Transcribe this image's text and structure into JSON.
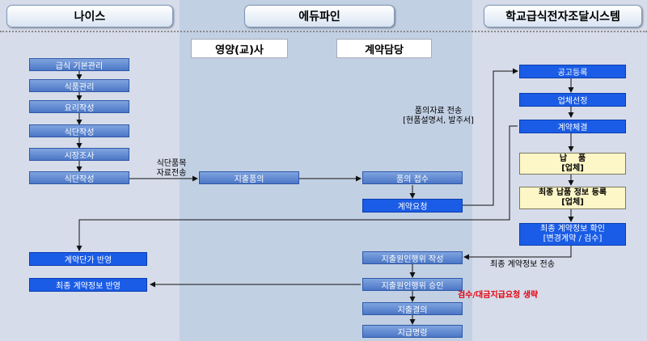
{
  "headers": {
    "neis": "나이스",
    "edufine": "에듀파인",
    "school": "학교급식전자조달시스템"
  },
  "roles": {
    "nutritionist": "영양(교)사",
    "contract": "계약담당"
  },
  "neis_steps": [
    "급식 기본관리",
    "식품관리",
    "요리작성",
    "식단작성",
    "시장조사",
    "식단작성"
  ],
  "neis_results": {
    "price_reflect": "계약단가 반영",
    "final_reflect": "최종 계약정보 반영"
  },
  "edufine_steps": {
    "expense_proposal": "지출품의",
    "receive_proposal": "품의 접수",
    "contract_request": "계약요청",
    "act_create": "지출원인행위 작성",
    "act_approve": "지출원인행위 승인",
    "settlement": "지출결의",
    "payment_order": "지급명령"
  },
  "school_steps": {
    "notice": "공고등록",
    "vendor": "업체선정",
    "contract": "계약체결",
    "delivery": [
      "납    품",
      "[업체]"
    ],
    "final_delivery": [
      "최종 납품 정보 등록",
      "[업체]"
    ],
    "final_confirm": [
      "최종 계약정보 확인",
      "[변경계약 / 검수]"
    ]
  },
  "labels": {
    "menu_items": [
      "식단품목",
      "자료전송"
    ],
    "proposal_data": [
      "품의자료 전송",
      "[현품설명서, 발주서]"
    ],
    "final_send": "최종 계약정보 전송",
    "inspection": "검수/대금지급요청 생략"
  }
}
